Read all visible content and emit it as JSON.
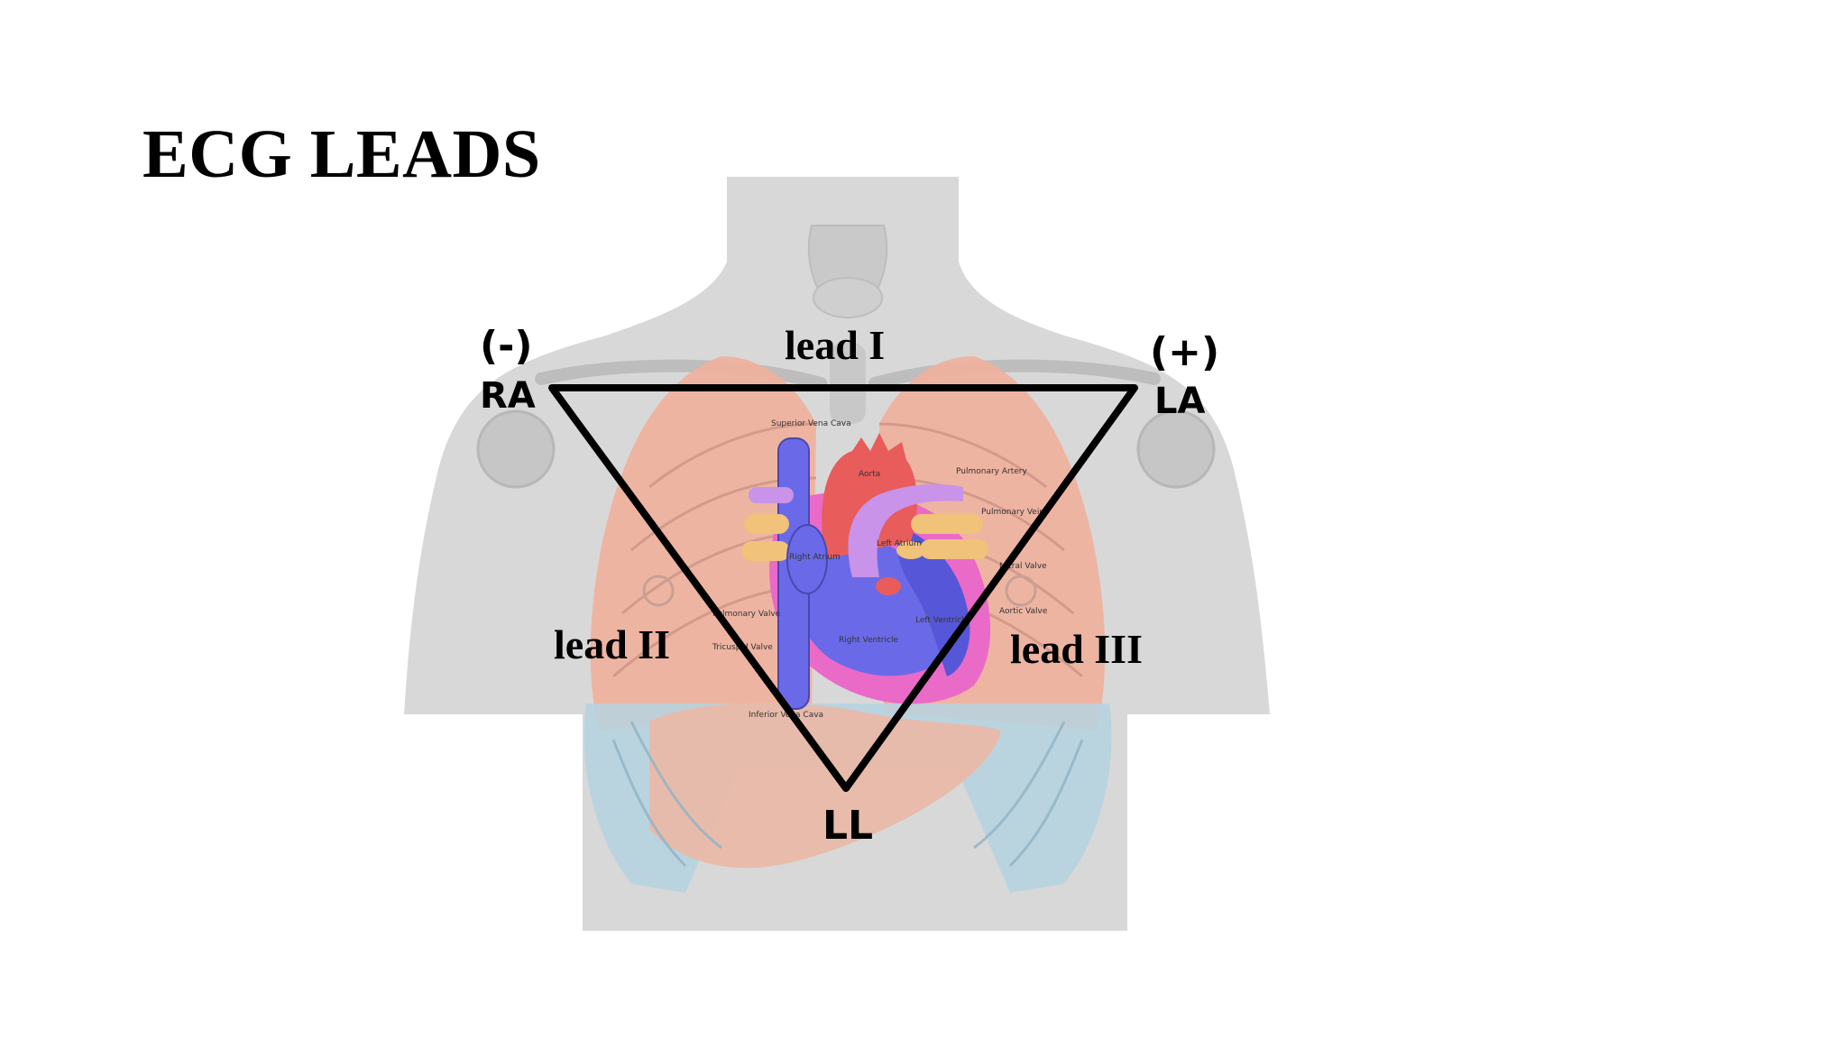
{
  "slide": {
    "title": "ECG LEADS"
  },
  "leads": {
    "lead_1": "lead I",
    "lead_2": "lead II",
    "lead_3": "lead III"
  },
  "electrodes": {
    "right_arm": {
      "name": "RA",
      "polarity": "(-)"
    },
    "left_arm": {
      "name": "LA",
      "polarity": "(+)"
    },
    "left_leg": {
      "name": "LL"
    }
  },
  "heart_labels": {
    "superior_vena_cava": "Superior Vena Cava",
    "aorta": "Aorta",
    "pulmonary_artery": "Pulmonary Artery",
    "pulmonary_vein": "Pulmonary Vein",
    "right_atrium": "Right Atrium",
    "left_atrium": "Left Atrium",
    "mitral_valve": "Mitral Valve",
    "aortic_valve": "Aortic Valve",
    "pulmonary_valve": "Pulmonary Valve",
    "tricuspid_valve": "Tricuspid Valve",
    "left_ventricle": "Left Ventricle",
    "right_ventricle": "Right Ventricle",
    "inferior_vena_cava": "Inferior Vena Cava"
  },
  "colors": {
    "body": "#d8d8d8",
    "bone": "#c6c6c6",
    "lung": "#f1b09c",
    "liver": "#e9b9a8",
    "lower_ribs": "#b5d3e0",
    "aorta": "#e85c5c",
    "vena_cava": "#6a6ae8",
    "pulmonary_artery": "#c893e8",
    "pulmonary_vein": "#f0c27a",
    "pericardium": "#ea6ac8",
    "triangle": "#000000"
  }
}
